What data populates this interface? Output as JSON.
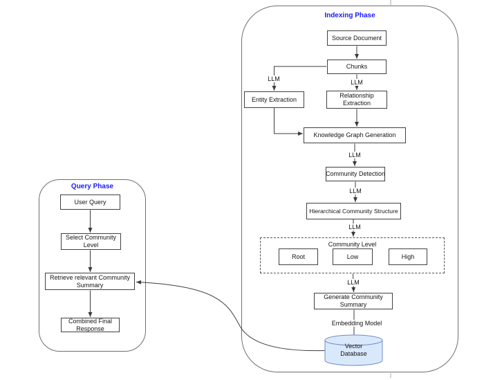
{
  "indexing_phase": {
    "title": "Indexing Phase",
    "nodes": {
      "source_document": "Source Document",
      "chunks": "Chunks",
      "entity_extraction": "Entity Extraction",
      "relationship_extraction": "Relationship Extraction",
      "knowledge_graph_generation": "Knowledge Graph Generation",
      "community_detection": "Community Detection",
      "hierarchical_community_structure": "Hierarchical Community Structure",
      "community_level_group": "Community Level",
      "root": "Root",
      "low": "Low",
      "high": "High",
      "generate_community_summary": "Generate Community Summary",
      "vector_database": "Vector Database"
    },
    "edge_labels": {
      "llm": "LLM",
      "embedding_model": "Embedding Model"
    }
  },
  "query_phase": {
    "title": "Query Phase",
    "nodes": {
      "user_query": "User Query",
      "select_community_level": "Select Community Level",
      "retrieve_relevant_community_summary": "Retrieve  relevant Community Summary",
      "combined_final_response": "Combined Final Response"
    }
  },
  "colors": {
    "phase_title": "#1a1aff",
    "database_fill": "#dae8fc",
    "database_stroke": "#6c8ebf",
    "edge_stroke": "#3b3b3b"
  }
}
